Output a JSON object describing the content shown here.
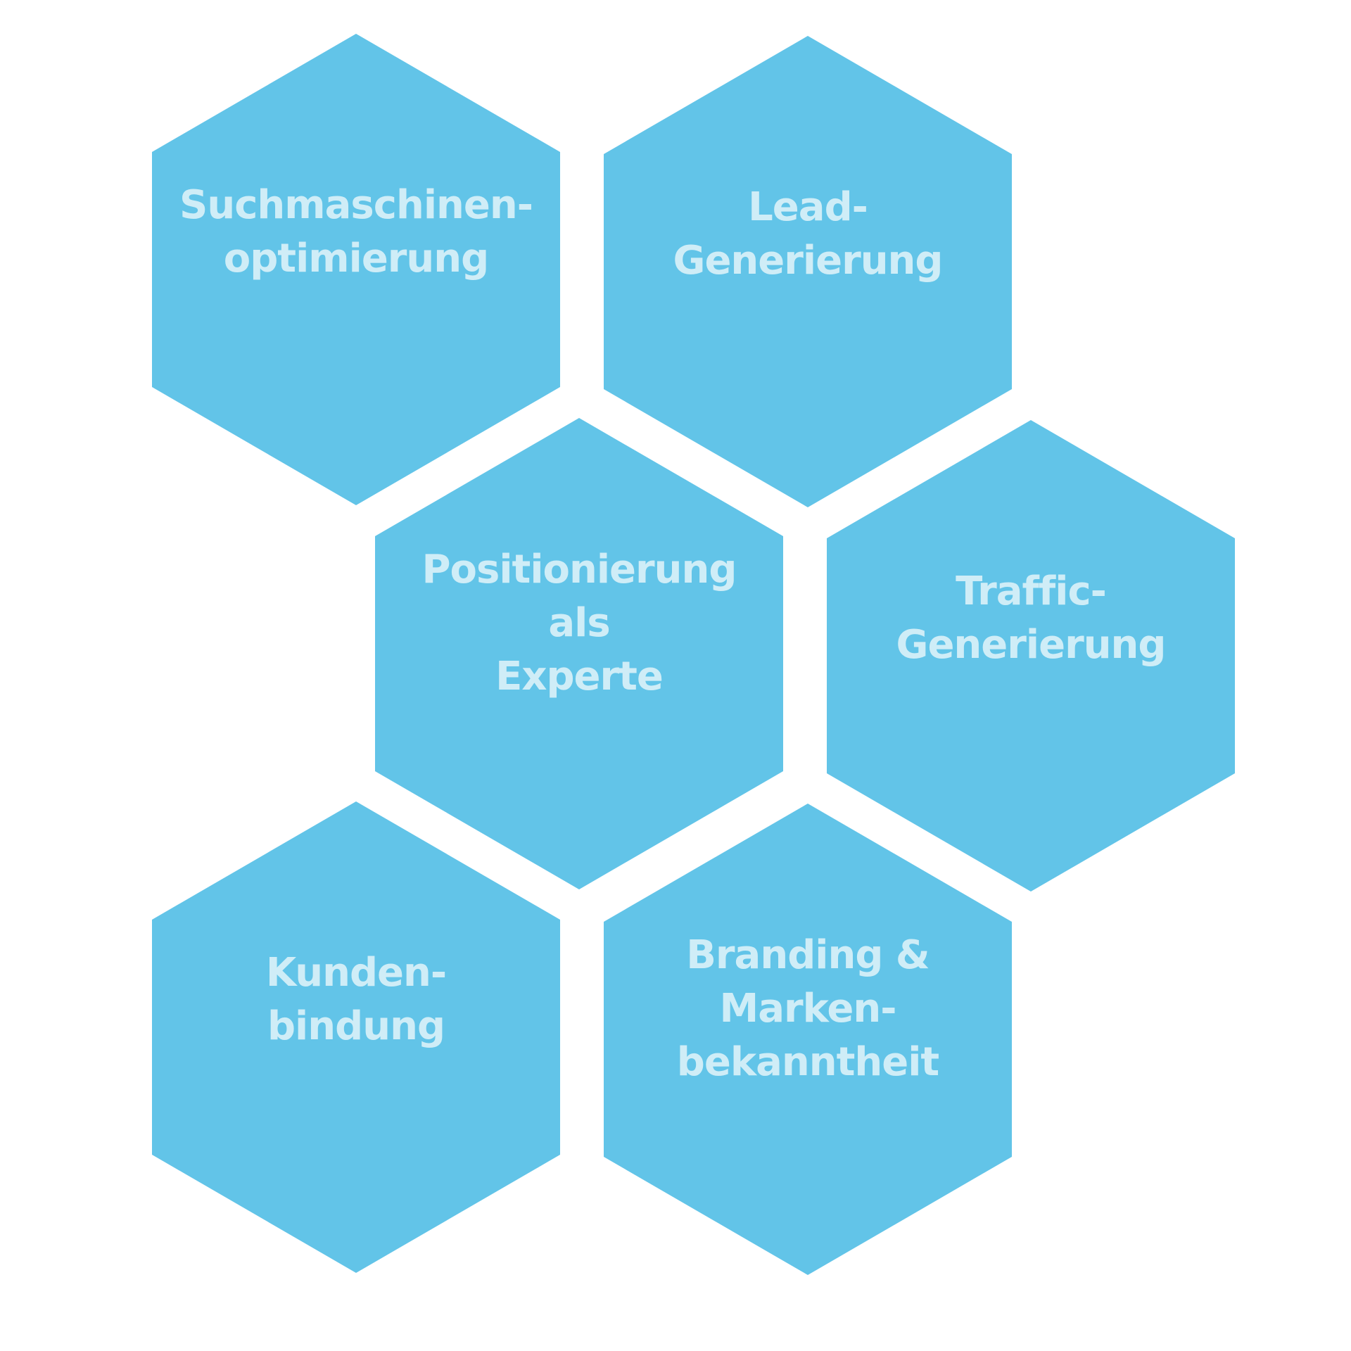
{
  "colors": {
    "background": "#ffffff",
    "hexagon_fill": "#62c4e8",
    "label_text": "#cfedf7"
  },
  "hexagons": [
    {
      "id": "seo",
      "lines": [
        "Suchmaschinen-",
        "optimierung"
      ]
    },
    {
      "id": "lead-generation",
      "lines": [
        "Lead-",
        "Generierung"
      ]
    },
    {
      "id": "expert-positioning",
      "lines": [
        "Positionierung",
        "als",
        "Experte"
      ]
    },
    {
      "id": "traffic-generation",
      "lines": [
        "Traffic-",
        "Generierung"
      ]
    },
    {
      "id": "customer-retention",
      "lines": [
        "Kunden-",
        "bindung"
      ]
    },
    {
      "id": "branding",
      "lines": [
        "Branding &",
        "Marken-",
        "bekanntheit"
      ]
    }
  ]
}
